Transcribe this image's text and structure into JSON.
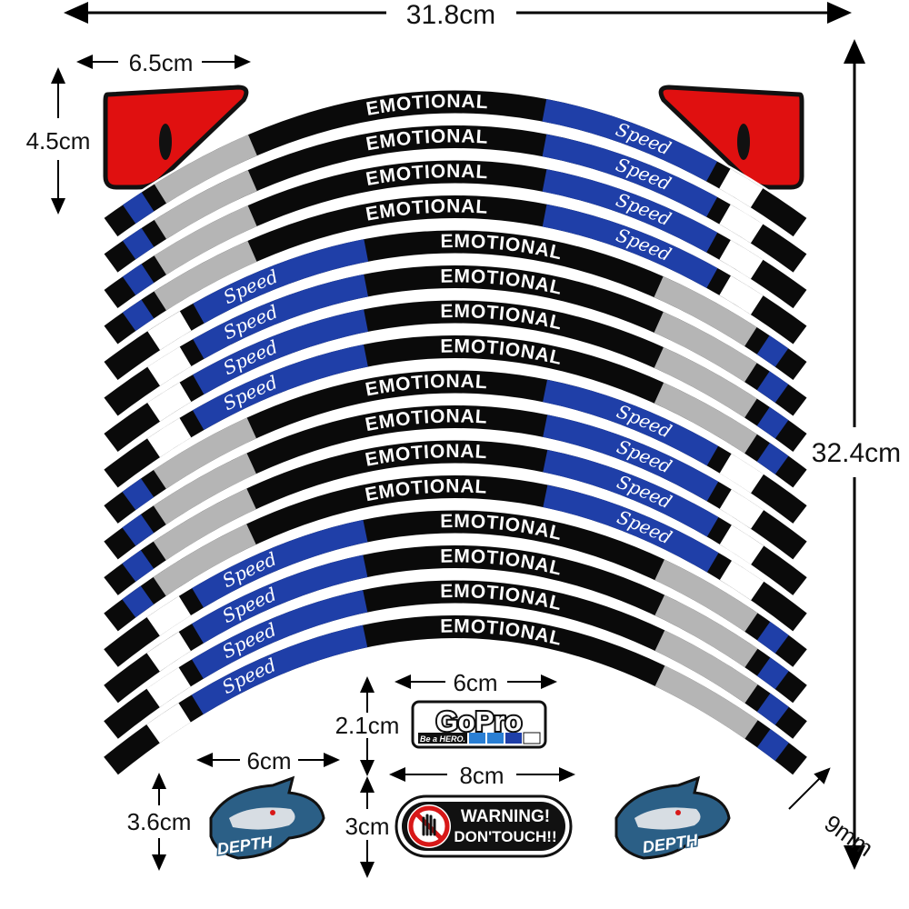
{
  "dimensions": {
    "total_width": "31.8cm",
    "total_height": "32.4cm",
    "corner_width": "6.5cm",
    "corner_height": "4.5cm",
    "gopro_width": "6cm",
    "gopro_height": "2.1cm",
    "shark_width": "6cm",
    "shark_height": "3.6cm",
    "warning_width": "8cm",
    "warning_height": "3cm",
    "stripe_width": "9mm"
  },
  "stripes": {
    "word": "EMOTIONAL",
    "speed_word": "Speed"
  },
  "stickers": {
    "gopro_brand": "GoPro",
    "gopro_tagline": "Be a HERO.",
    "warning_line1": "WARNING!",
    "warning_line2": "DON'TOUCH!!",
    "shark_text": "DEPTH"
  },
  "colors": {
    "stripe_black": "#0a0a0a",
    "accent_blue": "#1f3fa8",
    "accent_gray": "#b5b5b5",
    "corner_red": "#e01010",
    "warning_red": "#d81818"
  }
}
